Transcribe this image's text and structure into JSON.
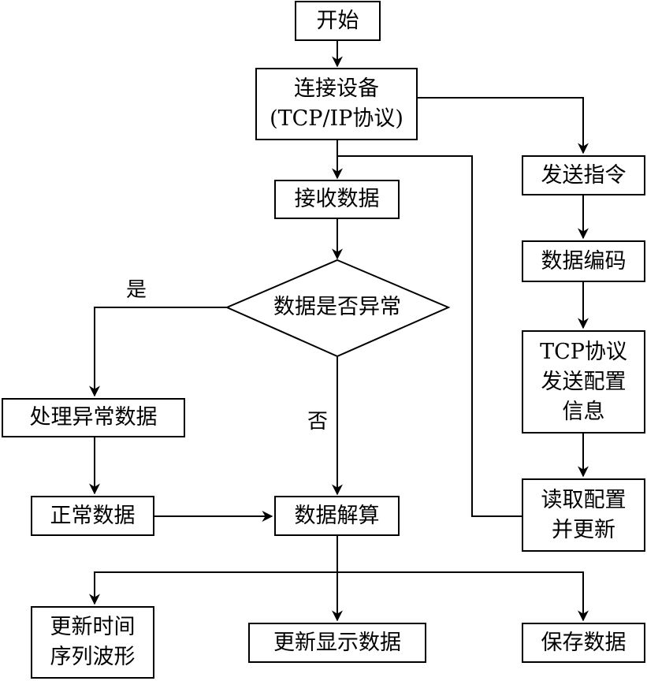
{
  "nodes": {
    "start": "开始",
    "connect": "连接设备\n(TCP/IP协议)",
    "receive": "接收数据",
    "decision": "数据是否异常",
    "handle_abnormal": "处理异常数据",
    "normal": "正常数据",
    "compute": "数据解算",
    "update_waveform": "更新时间\n序列波形",
    "update_display": "更新显示数据",
    "save": "保存数据",
    "send_cmd": "发送指令",
    "encode": "数据编码",
    "tcp_send": "TCP协议\n发送配置\n信息",
    "read_config": "读取配置\n并更新"
  },
  "labels": {
    "yes": "是",
    "no": "否"
  },
  "colors": {
    "line": "#000000",
    "background": "#ffffff"
  }
}
